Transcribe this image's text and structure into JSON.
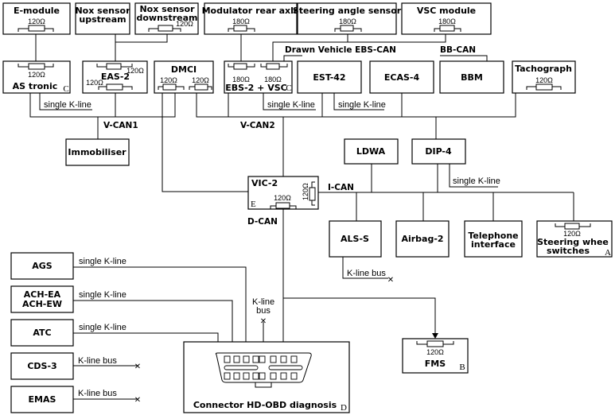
{
  "modules": {
    "e_module": {
      "label": "E-module",
      "resistor": "120Ω"
    },
    "nox_up": {
      "label1": "Nox sensor",
      "label2": "upstream"
    },
    "nox_down": {
      "label1": "Nox sensor",
      "label2": "downstream",
      "resistor": "120Ω"
    },
    "modulator": {
      "label": "Modulator rear axle",
      "resistor": "180Ω"
    },
    "steering_angle": {
      "label": "Steering angle sensor",
      "resistor": "180Ω"
    },
    "vsc_module": {
      "label": "VSC module",
      "resistor": "180Ω"
    },
    "as_tronic": {
      "label": "AS tronic",
      "resistor": "120Ω",
      "corner": "C"
    },
    "eas2": {
      "label": "EAS-2",
      "resistor_top": "120Ω",
      "resistor_bottom": "120Ω"
    },
    "dmci": {
      "label": "DMCI",
      "resistor_left": "120Ω",
      "resistor_right": "120Ω"
    },
    "ebs2": {
      "label": "EBS-2 + VSC",
      "resistor_left": "180Ω",
      "resistor_right": "180Ω",
      "corner": "C"
    },
    "est42": {
      "label": "EST-42"
    },
    "ecas4": {
      "label": "ECAS-4"
    },
    "bbm": {
      "label": "BBM"
    },
    "tachograph": {
      "label": "Tachograph",
      "resistor": "120Ω"
    },
    "immobiliser": {
      "label": "Immobiliser"
    },
    "ldwa": {
      "label": "LDWA"
    },
    "dip4": {
      "label": "DIP-4"
    },
    "vic2": {
      "label": "VIC-2",
      "resistor_h": "120Ω",
      "resistor_v": "120Ω",
      "corner": "E"
    },
    "als_s": {
      "label": "ALS-S"
    },
    "airbag2": {
      "label": "Airbag-2"
    },
    "telephone": {
      "label1": "Telephone",
      "label2": "interface"
    },
    "steering_wheel": {
      "label1": "Steering whee",
      "label2": "switches",
      "resistor": "120Ω",
      "corner": "A"
    },
    "ags": {
      "label": "AGS"
    },
    "ach": {
      "label1": "ACH-EA",
      "label2": "ACH-EW"
    },
    "atc": {
      "label": "ATC"
    },
    "cds3": {
      "label": "CDS-3"
    },
    "emas": {
      "label": "EMAS"
    },
    "fms": {
      "label": "FMS",
      "resistor": "120Ω",
      "corner": "B"
    },
    "obd": {
      "label": "Connector HD-OBD diagnosis",
      "corner": "D"
    }
  },
  "buses": {
    "vcan1": "V-CAN1",
    "vcan2": "V-CAN2",
    "ican": "I-CAN",
    "dcan": "D-CAN",
    "drawn_vehicle": "Drawn Vehicle EBS-CAN",
    "bbcan": "BB-CAN"
  },
  "links": {
    "single_kline": "single K-line",
    "kline_bus": "K-line bus",
    "kline_bus_v1": "K-line",
    "kline_bus_v2": "bus"
  }
}
